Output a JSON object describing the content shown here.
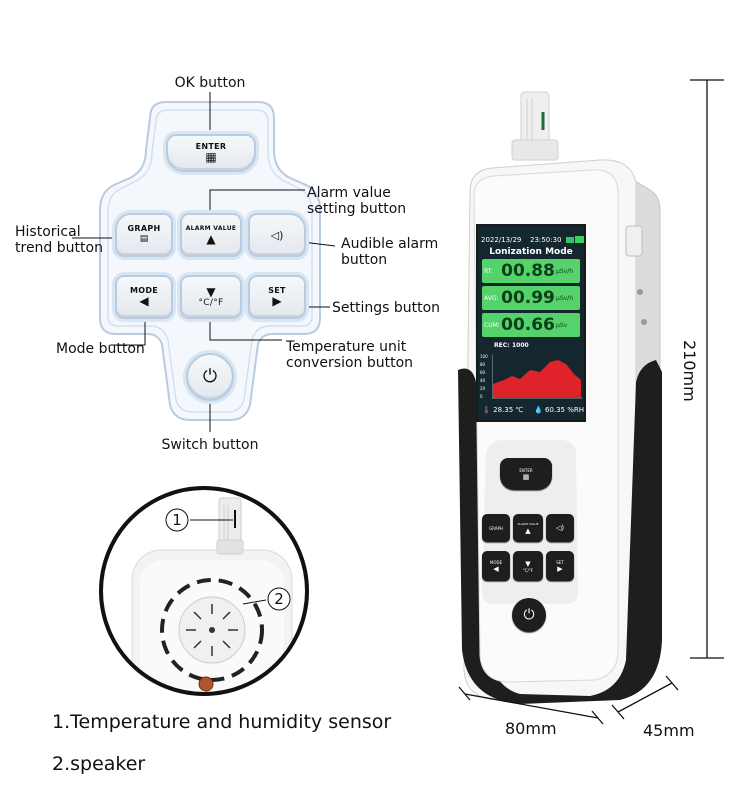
{
  "keypad": {
    "enter_label": "ENTER",
    "alarm_value_label": "ALARM VALUE",
    "graph_label": "GRAPH",
    "mode_label": "MODE",
    "set_label": "SET",
    "unit_label": "°C/°F",
    "up_glyph": "▲",
    "down_glyph": "▼",
    "left_glyph": "◀",
    "right_glyph": "▶",
    "enter_glyph": "▦",
    "speaker_glyph": "◁)",
    "power_glyph": "⏻"
  },
  "callouts": {
    "ok": "OK button",
    "alarm_value_1": "Alarm value",
    "alarm_value_2": "setting button",
    "historical_1": "Historical",
    "historical_2": "trend button",
    "audible_1": "Audible alarm",
    "audible_2": "button",
    "settings": "Settings button",
    "mode": "Mode button",
    "temp_unit_1": "Temperature unit",
    "temp_unit_2": "conversion button",
    "switch": "Switch button"
  },
  "detail": {
    "marker_1": "1",
    "marker_2": "2",
    "caption_1": "1.Temperature and humidity sensor",
    "caption_2": "2.speaker"
  },
  "device": {
    "date": "2022/13/29",
    "time": "23:50:30",
    "mode_title": "Lonization Mode",
    "readings": [
      {
        "key": "RT:",
        "value": "00.88",
        "unit": "μSv/h"
      },
      {
        "key": "AVG:",
        "value": "00.99",
        "unit": "μSv/h"
      },
      {
        "key": "CUM:",
        "value": "00.66",
        "unit": "μSv"
      }
    ],
    "rec_label": "REC:",
    "rec_value": "1000",
    "graph_ticks": [
      "100",
      "80",
      "60",
      "40",
      "20",
      "0"
    ],
    "temperature": "28.35 ℃",
    "humidity": "60.35 %RH",
    "keys": {
      "enter": "ENTER",
      "graph": "GRAPH",
      "alarm": "ALARM VALUE",
      "mode": "MODE",
      "unit": "°C/°F",
      "set": "SET"
    }
  },
  "dimensions": {
    "height": "210mm",
    "width": "80mm",
    "depth": "45mm"
  },
  "colors": {
    "keypad_outline": "#b9cbe0",
    "screen_bg": "#14262e",
    "reading_green": "#55d36b",
    "chart_red": "#e0222a",
    "device_black": "#1e1e1e"
  }
}
